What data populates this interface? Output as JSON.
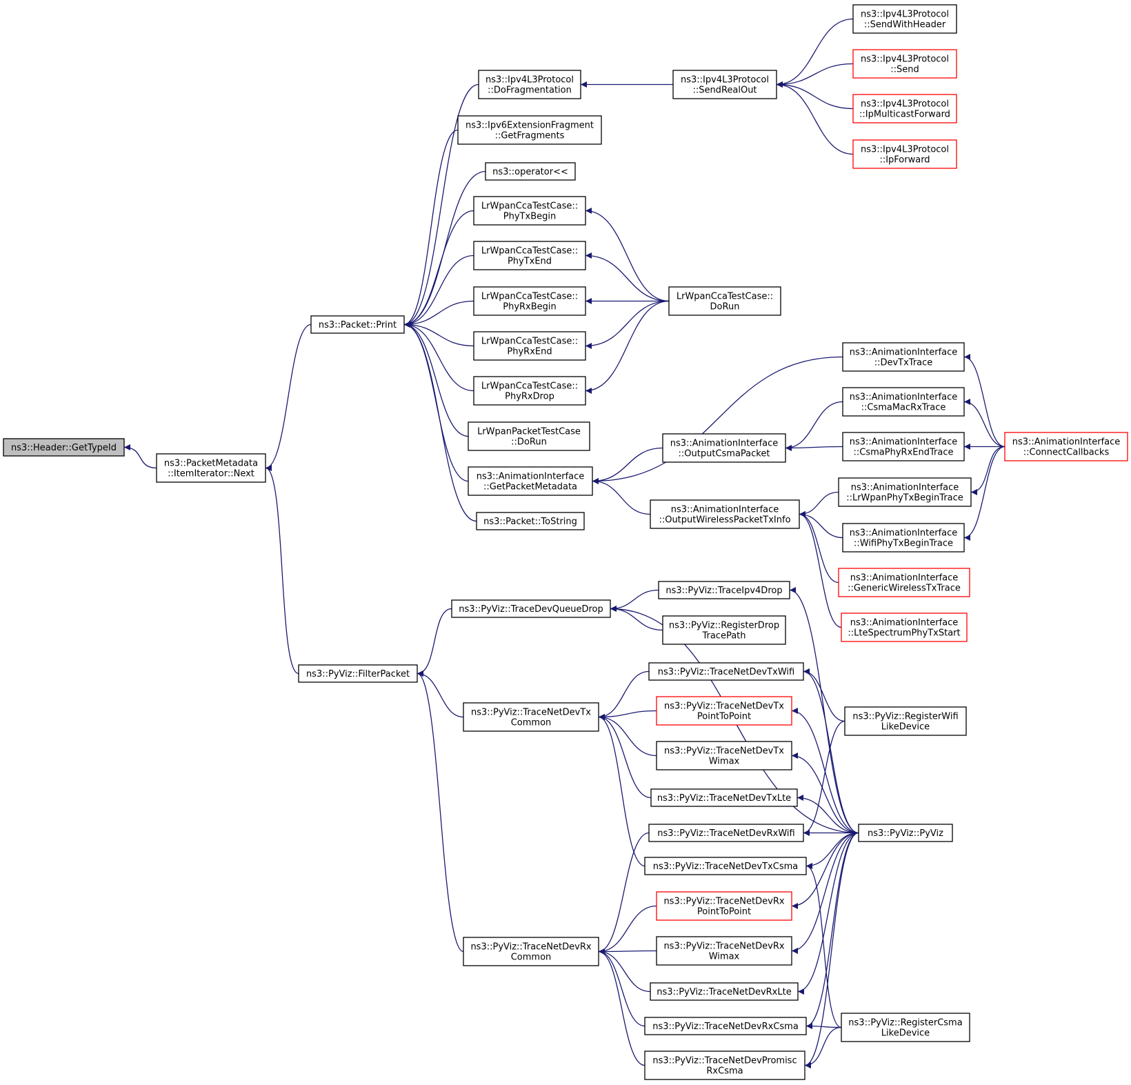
{
  "diagram": {
    "title": "",
    "edge_color": "#191970",
    "truncated_border_color": "#ff0000",
    "root_fill": "#bfbfbf",
    "nodes": [
      {
        "id": "n0",
        "lines": [
          "ns3::Header::GetTypeId"
        ],
        "root": true
      },
      {
        "id": "n1",
        "lines": [
          "ns3::PacketMetadata",
          "::ItemIterator::Next"
        ]
      },
      {
        "id": "n2",
        "lines": [
          "ns3::Packet::Print"
        ]
      },
      {
        "id": "n3",
        "lines": [
          "ns3::PyViz::FilterPacket"
        ]
      },
      {
        "id": "n4",
        "lines": [
          "ns3::Ipv4L3Protocol",
          "::DoFragmentation"
        ]
      },
      {
        "id": "n5",
        "lines": [
          "ns3::Ipv6ExtensionFragment",
          "::GetFragments"
        ]
      },
      {
        "id": "n6",
        "lines": [
          "ns3::operator<<"
        ]
      },
      {
        "id": "n7",
        "lines": [
          "LrWpanCcaTestCase::",
          "PhyTxBegin"
        ]
      },
      {
        "id": "n8",
        "lines": [
          "LrWpanCcaTestCase::",
          "PhyTxEnd"
        ]
      },
      {
        "id": "n9",
        "lines": [
          "LrWpanCcaTestCase::",
          "PhyRxBegin"
        ]
      },
      {
        "id": "n10",
        "lines": [
          "LrWpanCcaTestCase::",
          "PhyRxEnd"
        ]
      },
      {
        "id": "n11",
        "lines": [
          "LrWpanCcaTestCase::",
          "PhyRxDrop"
        ]
      },
      {
        "id": "n12",
        "lines": [
          "LrWpanPacketTestCase",
          "::DoRun"
        ]
      },
      {
        "id": "n13",
        "lines": [
          "ns3::AnimationInterface",
          "::GetPacketMetadata"
        ]
      },
      {
        "id": "n14",
        "lines": [
          "ns3::Packet::ToString"
        ]
      },
      {
        "id": "n15",
        "lines": [
          "ns3::Ipv4L3Protocol",
          "::SendRealOut"
        ]
      },
      {
        "id": "n16",
        "lines": [
          "ns3::Ipv4L3Protocol",
          "::SendWithHeader"
        ]
      },
      {
        "id": "n17",
        "lines": [
          "ns3::Ipv4L3Protocol",
          "::Send"
        ],
        "truncated": true
      },
      {
        "id": "n18",
        "lines": [
          "ns3::Ipv4L3Protocol",
          "::IpMulticastForward"
        ],
        "truncated": true
      },
      {
        "id": "n19",
        "lines": [
          "ns3::Ipv4L3Protocol",
          "::IpForward"
        ],
        "truncated": true
      },
      {
        "id": "n20",
        "lines": [
          "LrWpanCcaTestCase::",
          "DoRun"
        ]
      },
      {
        "id": "n21",
        "lines": [
          "ns3::AnimationInterface",
          "::OutputCsmaPacket"
        ]
      },
      {
        "id": "n22",
        "lines": [
          "ns3::AnimationInterface",
          "::OutputWirelessPacketTxInfo"
        ]
      },
      {
        "id": "n23",
        "lines": [
          "ns3::AnimationInterface",
          "::DevTxTrace"
        ]
      },
      {
        "id": "n24",
        "lines": [
          "ns3::AnimationInterface",
          "::CsmaMacRxTrace"
        ]
      },
      {
        "id": "n25",
        "lines": [
          "ns3::AnimationInterface",
          "::CsmaPhyRxEndTrace"
        ]
      },
      {
        "id": "n26",
        "lines": [
          "ns3::AnimationInterface",
          "::LrWpanPhyTxBeginTrace"
        ]
      },
      {
        "id": "n27",
        "lines": [
          "ns3::AnimationInterface",
          "::WifiPhyTxBeginTrace"
        ]
      },
      {
        "id": "n28",
        "lines": [
          "ns3::AnimationInterface",
          "::GenericWirelessTxTrace"
        ],
        "truncated": true
      },
      {
        "id": "n29",
        "lines": [
          "ns3::AnimationInterface",
          "::LteSpectrumPhyTxStart"
        ],
        "truncated": true
      },
      {
        "id": "n30",
        "lines": [
          "ns3::AnimationInterface",
          "::ConnectCallbacks"
        ],
        "truncated": true
      },
      {
        "id": "n31",
        "lines": [
          "ns3::PyViz::TraceDevQueueDrop"
        ]
      },
      {
        "id": "n32",
        "lines": [
          "ns3::PyViz::TraceNetDevTx",
          "Common"
        ]
      },
      {
        "id": "n33",
        "lines": [
          "ns3::PyViz::TraceNetDevRx",
          "Common"
        ]
      },
      {
        "id": "n34",
        "lines": [
          "ns3::PyViz::TraceIpv4Drop"
        ]
      },
      {
        "id": "n35",
        "lines": [
          "ns3::PyViz::RegisterDrop",
          "TracePath"
        ]
      },
      {
        "id": "n36",
        "lines": [
          "ns3::PyViz::TraceNetDevTxWifi"
        ]
      },
      {
        "id": "n37",
        "lines": [
          "ns3::PyViz::TraceNetDevTx",
          "PointToPoint"
        ],
        "truncated": true
      },
      {
        "id": "n38",
        "lines": [
          "ns3::PyViz::TraceNetDevTx",
          "Wimax"
        ]
      },
      {
        "id": "n39",
        "lines": [
          "ns3::PyViz::TraceNetDevTxLte"
        ]
      },
      {
        "id": "n40",
        "lines": [
          "ns3::PyViz::TraceNetDevRxWifi"
        ]
      },
      {
        "id": "n41",
        "lines": [
          "ns3::PyViz::TraceNetDevTxCsma"
        ]
      },
      {
        "id": "n42",
        "lines": [
          "ns3::PyViz::TraceNetDevRx",
          "PointToPoint"
        ],
        "truncated": true
      },
      {
        "id": "n43",
        "lines": [
          "ns3::PyViz::TraceNetDevRx",
          "Wimax"
        ]
      },
      {
        "id": "n44",
        "lines": [
          "ns3::PyViz::TraceNetDevRxLte"
        ]
      },
      {
        "id": "n45",
        "lines": [
          "ns3::PyViz::TraceNetDevRxCsma"
        ]
      },
      {
        "id": "n46",
        "lines": [
          "ns3::PyViz::TraceNetDevPromisc",
          "RxCsma"
        ]
      },
      {
        "id": "n47",
        "lines": [
          "ns3::PyViz::RegisterWifi",
          "LikeDevice"
        ]
      },
      {
        "id": "n48",
        "lines": [
          "ns3::PyViz::PyViz"
        ]
      },
      {
        "id": "n49",
        "lines": [
          "ns3::PyViz::RegisterCsma",
          "LikeDevice"
        ]
      }
    ],
    "edges": [
      [
        "n1",
        "n0"
      ],
      [
        "n2",
        "n1"
      ],
      [
        "n3",
        "n1"
      ],
      [
        "n4",
        "n2"
      ],
      [
        "n5",
        "n2"
      ],
      [
        "n6",
        "n2"
      ],
      [
        "n7",
        "n2"
      ],
      [
        "n8",
        "n2"
      ],
      [
        "n9",
        "n2"
      ],
      [
        "n10",
        "n2"
      ],
      [
        "n11",
        "n2"
      ],
      [
        "n12",
        "n2"
      ],
      [
        "n13",
        "n2"
      ],
      [
        "n14",
        "n2"
      ],
      [
        "n15",
        "n4"
      ],
      [
        "n16",
        "n15"
      ],
      [
        "n17",
        "n15"
      ],
      [
        "n18",
        "n15"
      ],
      [
        "n19",
        "n15"
      ],
      [
        "n20",
        "n7"
      ],
      [
        "n20",
        "n8"
      ],
      [
        "n20",
        "n9"
      ],
      [
        "n20",
        "n10"
      ],
      [
        "n20",
        "n11"
      ],
      [
        "n21",
        "n13"
      ],
      [
        "n22",
        "n13"
      ],
      [
        "n23",
        "n13"
      ],
      [
        "n24",
        "n21"
      ],
      [
        "n25",
        "n21"
      ],
      [
        "n26",
        "n22"
      ],
      [
        "n27",
        "n22"
      ],
      [
        "n28",
        "n22"
      ],
      [
        "n29",
        "n22"
      ],
      [
        "n30",
        "n23"
      ],
      [
        "n30",
        "n24"
      ],
      [
        "n30",
        "n25"
      ],
      [
        "n30",
        "n26"
      ],
      [
        "n30",
        "n27"
      ],
      [
        "n31",
        "n3"
      ],
      [
        "n32",
        "n3"
      ],
      [
        "n33",
        "n3"
      ],
      [
        "n34",
        "n31"
      ],
      [
        "n35",
        "n31"
      ],
      [
        "n48",
        "n31"
      ],
      [
        "n36",
        "n32"
      ],
      [
        "n37",
        "n32"
      ],
      [
        "n38",
        "n32"
      ],
      [
        "n39",
        "n32"
      ],
      [
        "n41",
        "n32"
      ],
      [
        "n40",
        "n33"
      ],
      [
        "n42",
        "n33"
      ],
      [
        "n43",
        "n33"
      ],
      [
        "n44",
        "n33"
      ],
      [
        "n45",
        "n33"
      ],
      [
        "n46",
        "n33"
      ],
      [
        "n48",
        "n34"
      ],
      [
        "n48",
        "n36"
      ],
      [
        "n47",
        "n36"
      ],
      [
        "n48",
        "n37"
      ],
      [
        "n48",
        "n38"
      ],
      [
        "n48",
        "n39"
      ],
      [
        "n48",
        "n40"
      ],
      [
        "n47",
        "n40"
      ],
      [
        "n48",
        "n41"
      ],
      [
        "n49",
        "n41"
      ],
      [
        "n48",
        "n42"
      ],
      [
        "n48",
        "n43"
      ],
      [
        "n48",
        "n44"
      ],
      [
        "n48",
        "n45"
      ],
      [
        "n49",
        "n45"
      ],
      [
        "n48",
        "n46"
      ],
      [
        "n49",
        "n46"
      ]
    ]
  }
}
